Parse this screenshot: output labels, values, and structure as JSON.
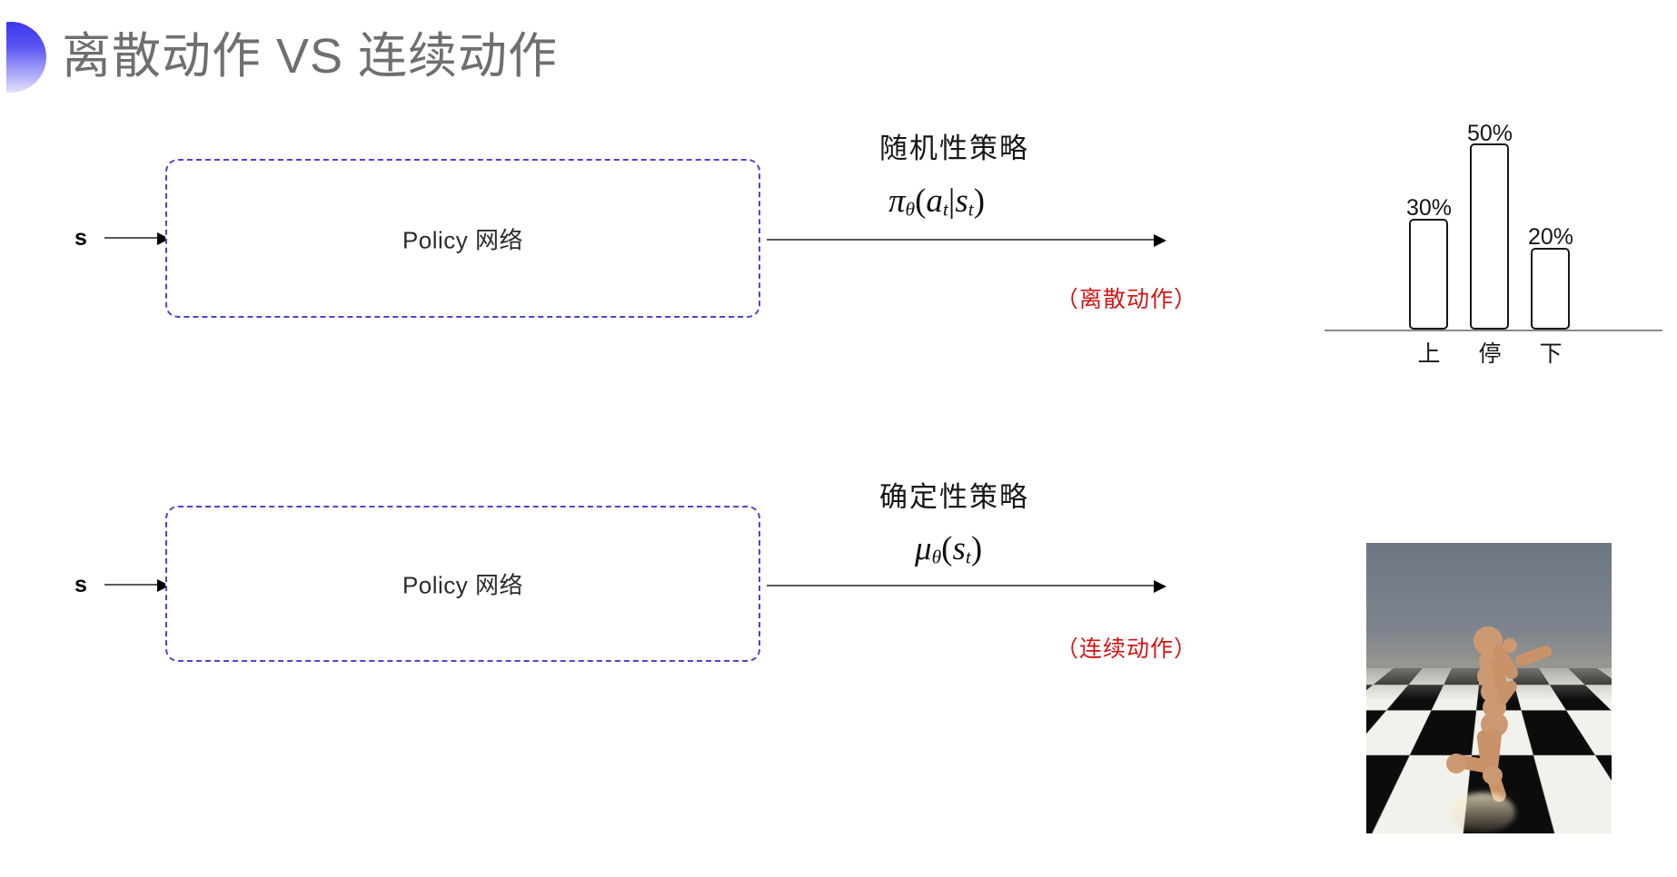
{
  "slide": {
    "title": "离散动作 VS 连续动作",
    "bullet_icon": "half-circle-gradient-bullet",
    "accent_gradient_top": "#3b36ef",
    "accent_gradient_bottom": "#e3e2fb"
  },
  "rows": [
    {
      "id": "discrete",
      "state_label": "s",
      "policy_box_label": "Policy 网络",
      "policy_box_border_color": "#4a45d4",
      "policy_type_title": "随机性策略",
      "policy_formula_parts": {
        "fn": "π",
        "theta": "θ",
        "open": "(",
        "arg": "a",
        "argsub": "t",
        "bar": "|",
        "cond": "s",
        "condsub": "t",
        "close": ")"
      },
      "action_note": "（离散动作）",
      "action_note_color": "#d31515"
    },
    {
      "id": "continuous",
      "state_label": "s",
      "policy_box_label": "Policy 网络",
      "policy_box_border_color": "#4a45d4",
      "policy_type_title": "确定性策略",
      "policy_formula_parts": {
        "fn": "μ",
        "theta": "θ",
        "open": "(",
        "arg": "s",
        "argsub": "t",
        "close": ")"
      },
      "action_note": "（连续动作）",
      "action_note_color": "#d31515"
    }
  ],
  "chart_data": {
    "type": "bar",
    "title": "",
    "xlabel": "",
    "ylabel": "",
    "categories": [
      "上",
      "停",
      "下"
    ],
    "values": [
      30,
      50,
      20
    ],
    "value_labels": [
      "30%",
      "50%",
      "20%"
    ],
    "ylim": [
      0,
      60
    ],
    "grid": false,
    "legend": false,
    "bar_fill": "#ffffff",
    "bar_stroke": "#171717",
    "axis_color": "#8a8a8a"
  },
  "sim": {
    "caption": "",
    "alt": "MuJoCo humanoid kneeling on checkerboard floor",
    "sky_color": "#6e7683",
    "floor_light": "#f2f2ec",
    "floor_dark": "#0c0c0c",
    "body_color": "#cc9a72"
  }
}
